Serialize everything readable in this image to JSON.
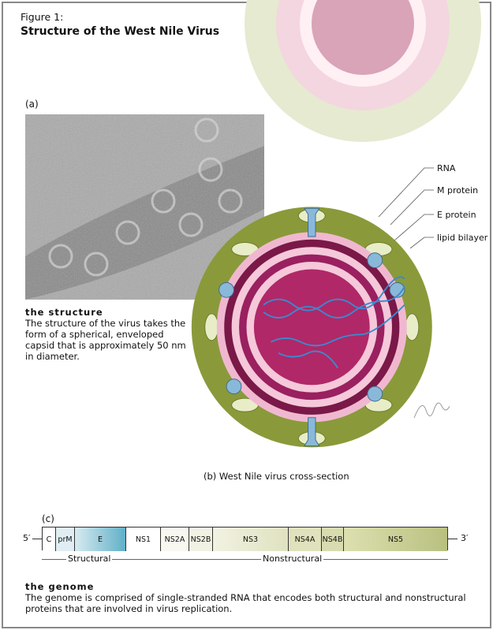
{
  "figure_label": "Figure 1:",
  "title": "Structure of the West Nile Virus",
  "panel_a": "(a)",
  "structure": {
    "heading": "the structure",
    "text": "The structure of the virus takes the form of a spherical, enveloped capsid that is approximately 50 nm in diameter."
  },
  "panel_b_caption": "(b) West Nile virus cross-section",
  "labels": [
    "RNA",
    "M protein",
    "E protein",
    "lipid bilayer"
  ],
  "panel_c": "(c)",
  "genome_ends": {
    "five": "5′",
    "three": "3′"
  },
  "segments": [
    "C",
    "prM",
    "E",
    "NS1",
    "NS2A",
    "NS2B",
    "NS3",
    "NS4A",
    "NS4B",
    "NS5"
  ],
  "groups": {
    "structural": "Structural",
    "nonstructural": "Nonstructural"
  },
  "genome": {
    "heading": "the genome",
    "text": "The genome is comprised of single-stranded RNA that encodes both structural and nonstructural proteins that are involved in virus replication."
  },
  "colors": {
    "envelope": "#8a9a3a",
    "bilayer": "#e8a0c0",
    "core": "#b02868",
    "protein": "#8ab8d8"
  }
}
